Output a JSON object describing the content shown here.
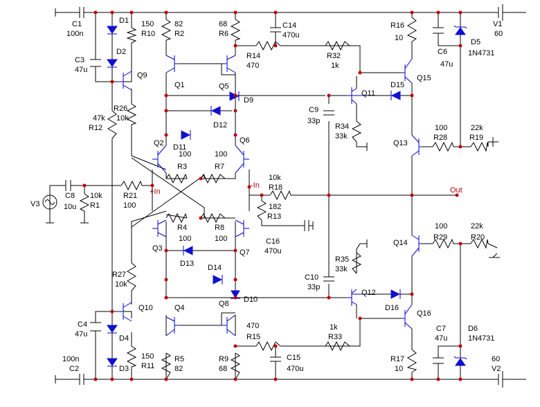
{
  "schematic": {
    "labels": {
      "C1": "C1",
      "C1v": "100n",
      "C2": "C2",
      "C2v": "100n",
      "C3": "C3",
      "C3v": "47u",
      "C4": "C4",
      "C4v": "47u",
      "C6": "C6",
      "C6v": "47u",
      "C7": "C7",
      "C7v": "47u",
      "C8": "C8",
      "C8v": "10u",
      "C9": "C9",
      "C9v": "33p",
      "C10": "C10",
      "C10v": "33p",
      "C14": "C14",
      "C14v": "470u",
      "C15": "C15",
      "C15v": "470u",
      "C16": "C16",
      "C16v": "470u",
      "D1": "D1",
      "D2": "D2",
      "D3": "D3",
      "D4": "D4",
      "D5": "D5",
      "D5v": "1N4731",
      "D6": "D6",
      "D6v": "1N4731",
      "D9": "D9",
      "D10": "D10",
      "D11": "D11",
      "D12": "D12",
      "D13": "D13",
      "D14": "D14",
      "D15": "D15",
      "D16": "D16",
      "Q1": "Q1",
      "Q2": "Q2",
      "Q3": "Q3",
      "Q4": "Q4",
      "Q5": "Q5",
      "Q6": "Q6",
      "Q7": "Q7",
      "Q8": "Q8",
      "Q9": "Q9",
      "Q10": "Q10",
      "Q11": "Q11",
      "Q12": "Q12",
      "Q13": "Q13",
      "Q14": "Q14",
      "Q15": "Q15",
      "Q16": "Q16",
      "R1": "R1",
      "R1v": "10k",
      "R2": "R2",
      "R2v": "82",
      "R3": "R3",
      "R3v": "100",
      "R4": "R4",
      "R4v": "100",
      "R5": "R5",
      "R5v": "82",
      "R6": "R6",
      "R6v": "68",
      "R7": "R7",
      "R7v": "100",
      "R8": "R8",
      "R8v": "100",
      "R9": "R9",
      "R9v": "68",
      "R10": "R10",
      "R10v": "150",
      "R11": "R11",
      "R11v": "150",
      "R12": "R12",
      "R12v": "47k",
      "R13": "R13",
      "R13v": "182",
      "R14": "R14",
      "R14v": "470",
      "R15": "R15",
      "R15v": "470",
      "R16": "R16",
      "R16v": "10",
      "R17": "R17",
      "R17v": "10",
      "R18": "R18",
      "R18v": "10k",
      "R19": "R19",
      "R19v": "22k",
      "R20": "R20",
      "R20v": "22k",
      "R21": "R21",
      "R21v": "100",
      "R26": "R26",
      "R26v": "10k",
      "R27": "R27",
      "R27v": "10k",
      "R28": "R28",
      "R28v": "100",
      "R29": "R29",
      "R29v": "100",
      "R32": "R32",
      "R32v": "1k",
      "R33": "R33",
      "R33v": "1k",
      "R34": "R34",
      "R34v": "33k",
      "R35": "R35",
      "R35v": "33k",
      "V1": "V1",
      "V1v": "60",
      "V2": "V2",
      "V2v": "60",
      "V3": "V3",
      "inP": "+In",
      "inN": "-In",
      "out": "Out"
    }
  }
}
